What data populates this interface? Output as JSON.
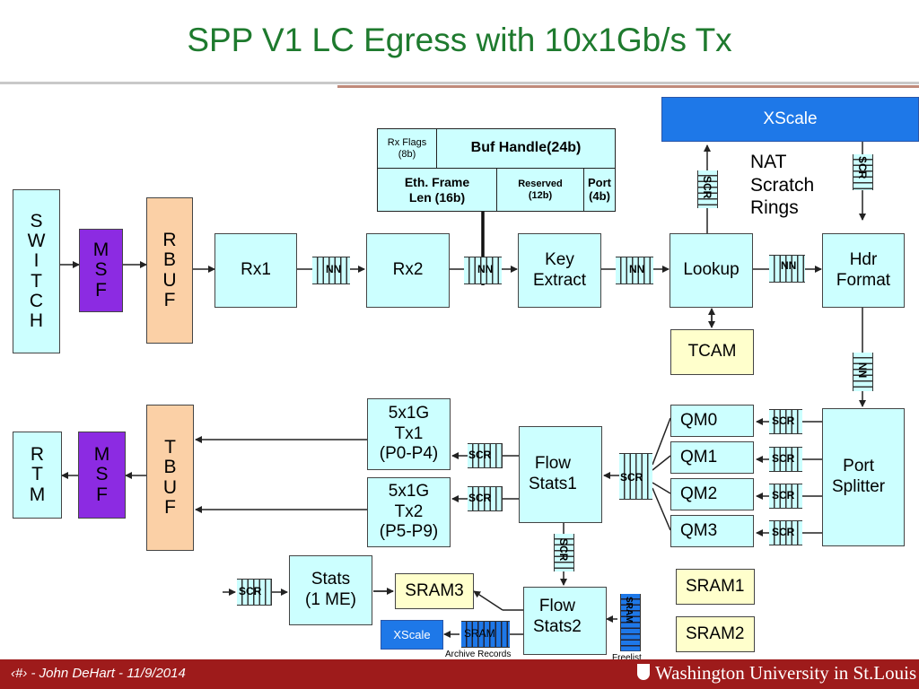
{
  "title": "SPP V1 LC Egress with 10x1Gb/s Tx",
  "footer": {
    "left": "‹#› - John DeHart - 11/9/2014",
    "right": "Washington University in St.Louis"
  },
  "header_format": {
    "rx_flags": "Rx Flags\n(8b)",
    "buf_handle": "Buf Handle(24b)",
    "eth_frame_len": "Eth. Frame\nLen (16b)",
    "reserved": "Reserved\n(12b)",
    "port": "Port\n(4b)"
  },
  "nat_label": "NAT\nScratch\nRings",
  "blocks": {
    "switch": "S\nW\nI\nT\nC\nH",
    "msf_top": "M\nS\nF",
    "rbuf": "R\nB\nU\nF",
    "rx1": "Rx1",
    "rx2": "Rx2",
    "key_extract": "Key\nExtract",
    "lookup": "Lookup",
    "hdr_format": "Hdr\nFormat",
    "tcam": "TCAM",
    "xscale_top": "XScale",
    "rtm": "R\nT\nM",
    "msf_bottom": "M\nS\nF",
    "tbuf": "T\nB\nU\nF",
    "tx1": "5x1G\nTx1\n(P0-P4)",
    "tx2": "5x1G\nTx2\n(P5-P9)",
    "flow_stats1": "Flow\nStats1",
    "qm0": "QM0",
    "qm1": "QM1",
    "qm2": "QM2",
    "qm3": "QM3",
    "port_splitter": "Port\nSplitter",
    "stats": "Stats\n(1 ME)",
    "sram3": "SRAM3",
    "flow_stats2": "Flow\nStats2",
    "sram1": "SRAM1",
    "sram2": "SRAM2",
    "xscale_bottom": "XScale"
  },
  "rings": {
    "nn": "NN",
    "scr": "SCR",
    "sram": "SRAM"
  },
  "labels": {
    "archive_records": "Archive Records",
    "freelist": "Freelist"
  }
}
